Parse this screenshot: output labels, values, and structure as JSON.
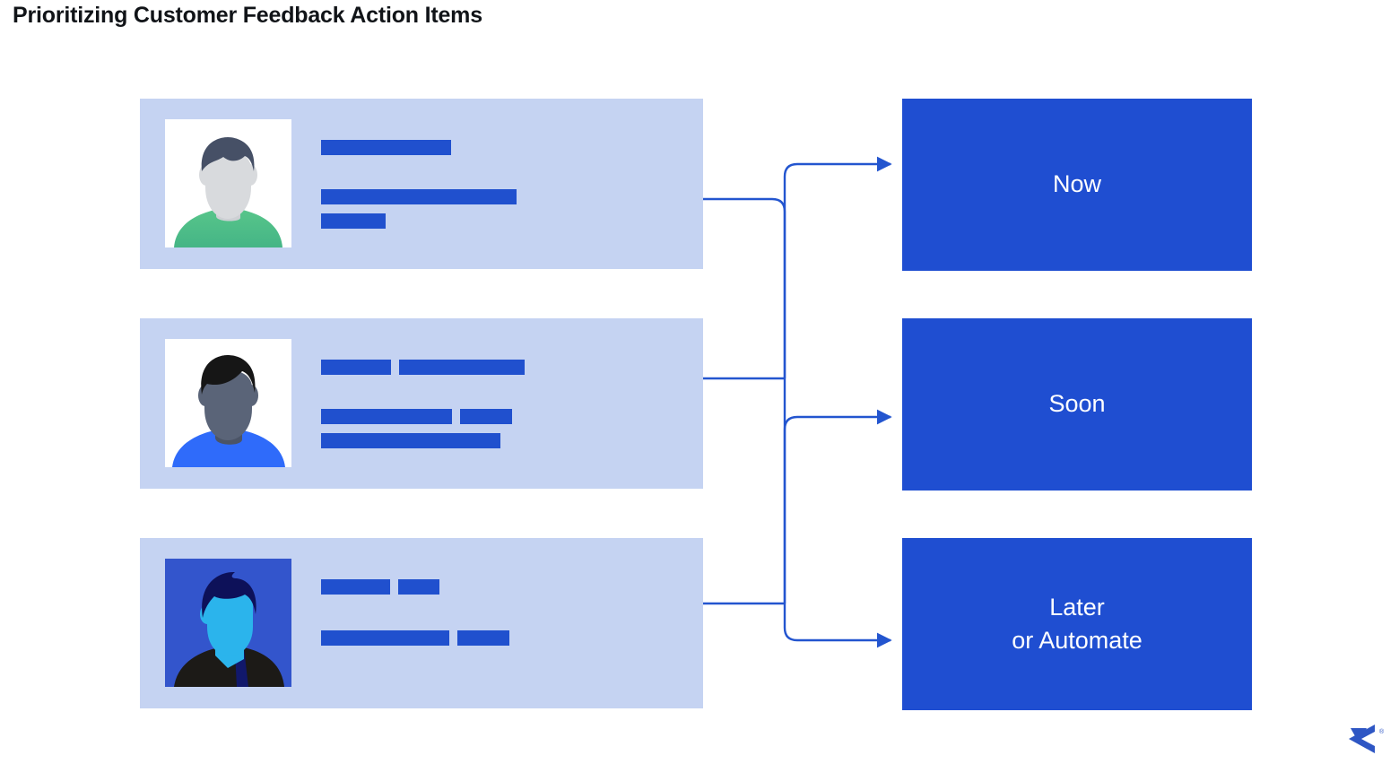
{
  "page": {
    "title": "Prioritizing Customer Feedback Action Items",
    "background": "#ffffff"
  },
  "colors": {
    "card_background": "#c5d3f2",
    "bar": "#2050ce",
    "priority_box": "#1f4ed1",
    "priority_text": "#ffffff",
    "connector": "#2355cf",
    "title_text": "#111418"
  },
  "feedback_cards": [
    {
      "name": "feedback-card-1",
      "avatar": {
        "icon": "person-avatar-icon",
        "background": "#ffffff",
        "skin": "#d8dadd",
        "hair": "#465066",
        "clothing": "#4dbd7f"
      },
      "text_rows": [
        {
          "bars": [
            145
          ]
        },
        {
          "bars": [
            218
          ]
        },
        {
          "bars": [
            72
          ]
        }
      ]
    },
    {
      "name": "feedback-card-2",
      "avatar": {
        "icon": "person-avatar-icon",
        "background": "#ffffff",
        "skin": "#5a6478",
        "hair": "#161616",
        "clothing": "#2f6bfa"
      },
      "text_rows": [
        {
          "bars": [
            78,
            140
          ]
        },
        {
          "bars": [
            146,
            58
          ]
        },
        {
          "bars": [
            200
          ]
        }
      ]
    },
    {
      "name": "feedback-card-3",
      "avatar": {
        "icon": "person-avatar-icon",
        "background": "#3355cc",
        "skin": "#2bb4ec",
        "hair": "#0d1159",
        "clothing": "#1c1a17",
        "tie": "#11186b"
      },
      "text_rows": [
        {
          "bars": [
            77,
            46
          ]
        },
        {
          "bars": [
            143,
            58
          ]
        }
      ]
    }
  ],
  "priority_boxes": [
    {
      "name": "priority-box-now",
      "label": "Now"
    },
    {
      "name": "priority-box-soon",
      "label": "Soon"
    },
    {
      "name": "priority-box-later",
      "label": "Later\nor Automate"
    }
  ],
  "connectors": [
    {
      "from": "feedback-card-1",
      "to": "priority-box-now"
    },
    {
      "from": "feedback-card-2",
      "to": "priority-box-soon"
    },
    {
      "from": "feedback-card-3",
      "to": "priority-box-later"
    }
  ],
  "logo": {
    "name": "brand-logo",
    "color": "#2e56c4",
    "trademark": "®"
  }
}
